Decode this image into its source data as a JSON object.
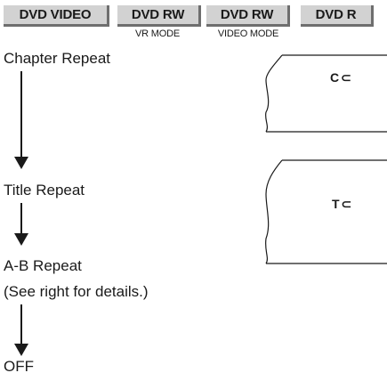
{
  "tabs": [
    {
      "label": "DVD VIDEO",
      "sub": ""
    },
    {
      "label": "DVD RW",
      "sub": "VR MODE"
    },
    {
      "label": "DVD RW",
      "sub": "VIDEO MODE"
    },
    {
      "label": "DVD R",
      "sub": ""
    }
  ],
  "steps": [
    {
      "label": "Chapter Repeat"
    },
    {
      "label": "Title Repeat"
    },
    {
      "label": "A-B Repeat",
      "note": "(See right for details.)"
    },
    {
      "label": "OFF"
    }
  ],
  "displays": [
    {
      "text": "C⊂",
      "icon": "chapter-repeat-indicator"
    },
    {
      "text": "T⊂",
      "icon": "title-repeat-indicator"
    }
  ]
}
